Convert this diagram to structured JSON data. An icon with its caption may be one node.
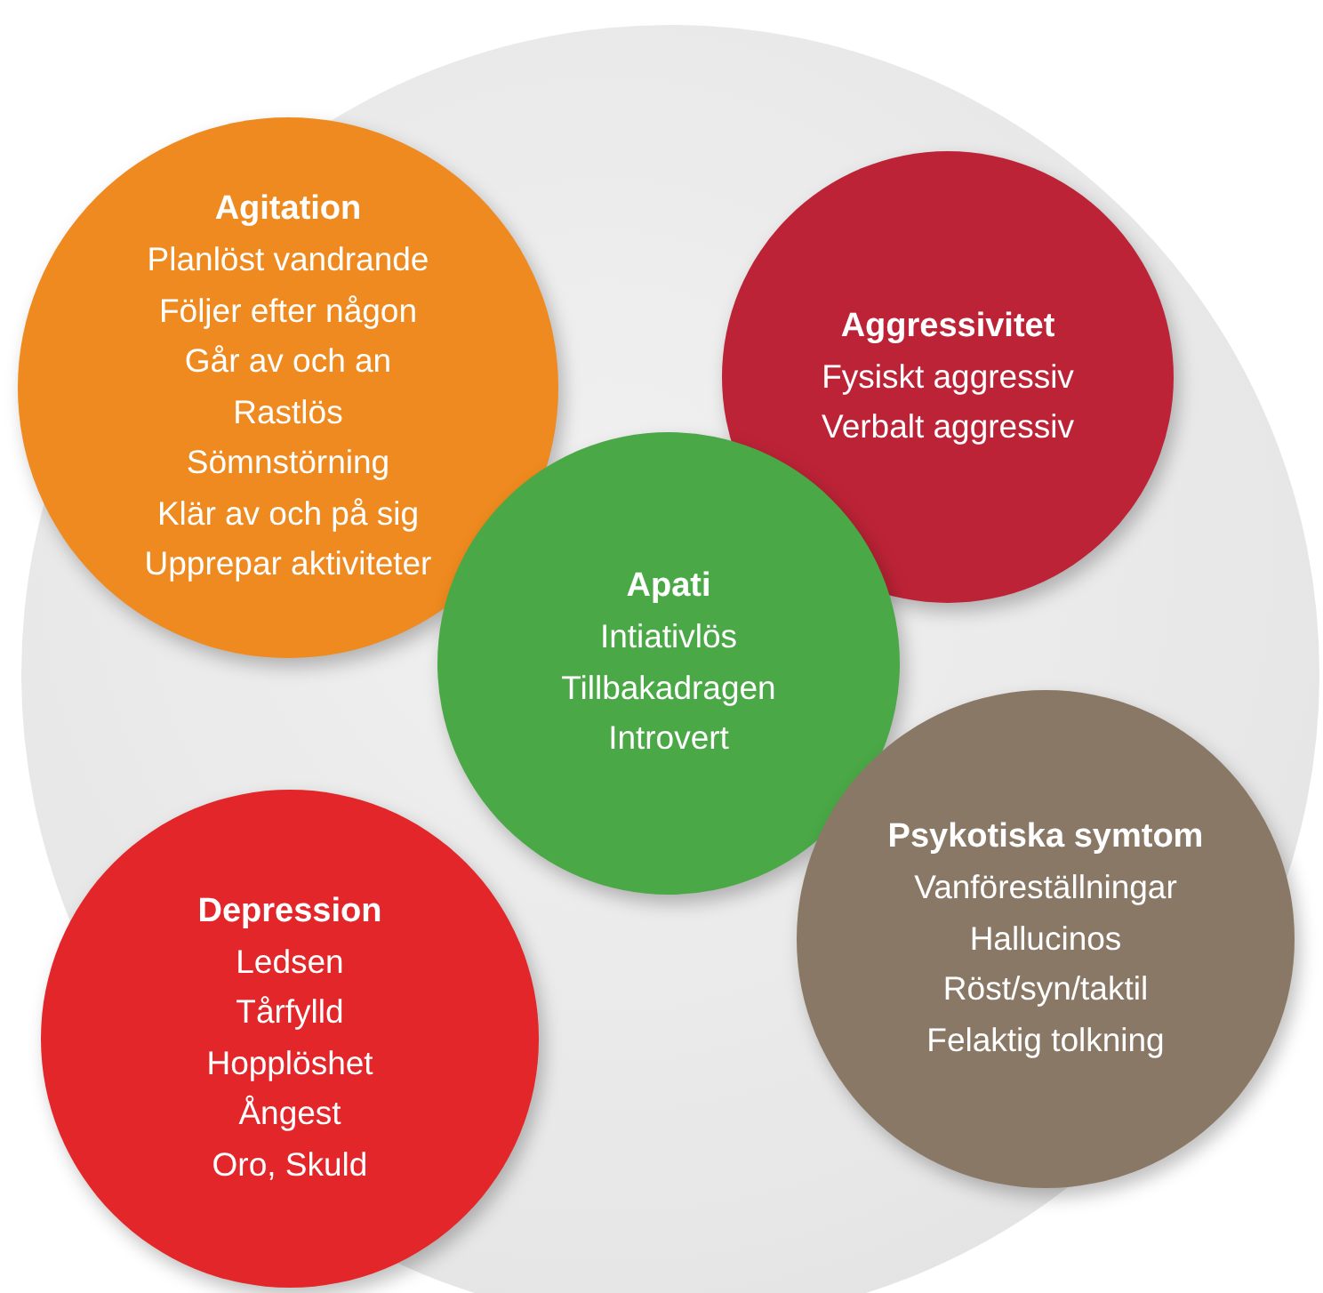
{
  "diagram": {
    "nodes": [
      {
        "text": [
          "Agitation",
          "Planlöst vandrande",
          "Följer efter någon",
          "Går av och an",
          "Rastlös",
          "Sömnstörning",
          "Klär av och på sig",
          "Upprepar aktiviteter"
        ]
      },
      {
        "text": [
          "Aggressivitet",
          "Fysiskt aggressiv",
          "Verbalt aggressiv"
        ]
      },
      {
        "text": [
          "Apati",
          "Intiativlös",
          "Tillbakadragen",
          "Introvert"
        ]
      },
      {
        "text": [
          "Psykotiska symtom",
          "Vanföreställningar",
          "Hallucinos",
          "Röst/syn/taktil",
          "Felaktig tolkning"
        ]
      },
      {
        "text": [
          "Depression",
          "Ledsen",
          "Tårfylld",
          "Hopplöshet",
          "Ångest",
          "Oro, Skuld"
        ]
      }
    ]
  }
}
